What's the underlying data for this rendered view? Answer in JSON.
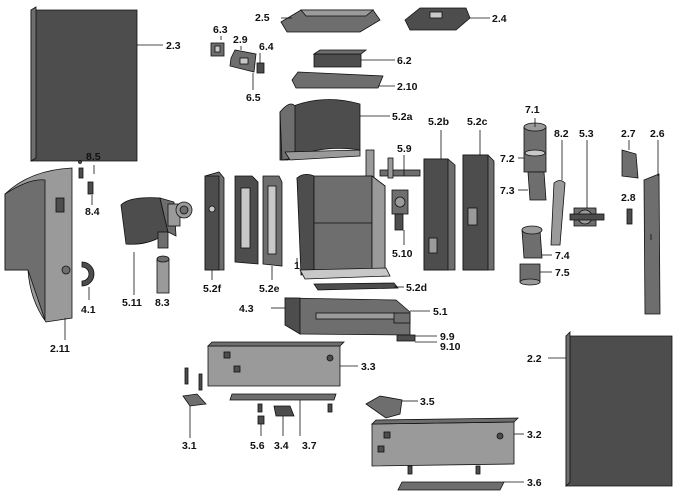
{
  "colors": {
    "part_dark": "#4d4d4d",
    "part_mid": "#6e6e6e",
    "part_light": "#9a9a9a",
    "line": "#111111",
    "background": "#ffffff"
  },
  "labels": {
    "l_2_5": "2.5",
    "l_2_4": "2.4",
    "l_2_3": "2.3",
    "l_6_3": "6.3",
    "l_2_9": "2.9",
    "l_6_4": "6.4",
    "l_6_5": "6.5",
    "l_6_2": "6.2",
    "l_2_10": "2.10",
    "l_5_2a": "5.2a",
    "l_5_2b": "5.2b",
    "l_5_2c": "5.2c",
    "l_7_1": "7.1",
    "l_7_2": "7.2",
    "l_7_3": "7.3",
    "l_8_2": "8.2",
    "l_5_3": "5.3",
    "l_2_7": "2.7",
    "l_2_6": "2.6",
    "l_2_8": "2.8",
    "l_8_5": "8.5",
    "l_8_4": "8.4",
    "l_5_9": "5.9",
    "l_5_10": "5.10",
    "l_7_4": "7.4",
    "l_7_5": "7.5",
    "l_5_2d": "5.2d",
    "l_1": "1",
    "l_5_2f": "5.2f",
    "l_5_2e": "5.2e",
    "l_4_1": "4.1",
    "l_5_11": "5.11",
    "l_8_3": "8.3",
    "l_4_3": "4.3",
    "l_5_1": "5.1",
    "l_9_9": "9.9",
    "l_9_10": "9.10",
    "l_2_11": "2.11",
    "l_2_2": "2.2",
    "l_3_3": "3.3",
    "l_3_5": "3.5",
    "l_3_2": "3.2",
    "l_3_1": "3.1",
    "l_5_6": "5.6",
    "l_3_4": "3.4",
    "l_3_7": "3.7",
    "l_3_6": "3.6"
  }
}
